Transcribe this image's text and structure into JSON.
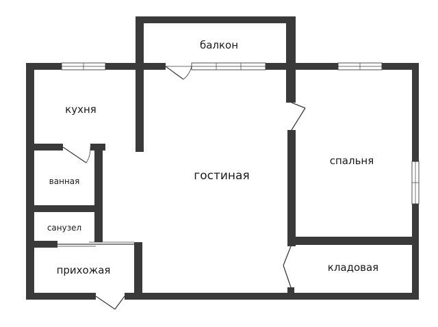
{
  "rooms": {
    "balcony": "балкон",
    "kitchen": "кухня",
    "living_room": "гостиная",
    "bedroom": "спальня",
    "bathroom": "ванная",
    "toilet": "санузел",
    "hallway": "прихожая",
    "storage": "кладовая"
  },
  "colors": {
    "wall": "#3a3a3a",
    "background": "#ffffff",
    "text": "#1a1a1a"
  }
}
